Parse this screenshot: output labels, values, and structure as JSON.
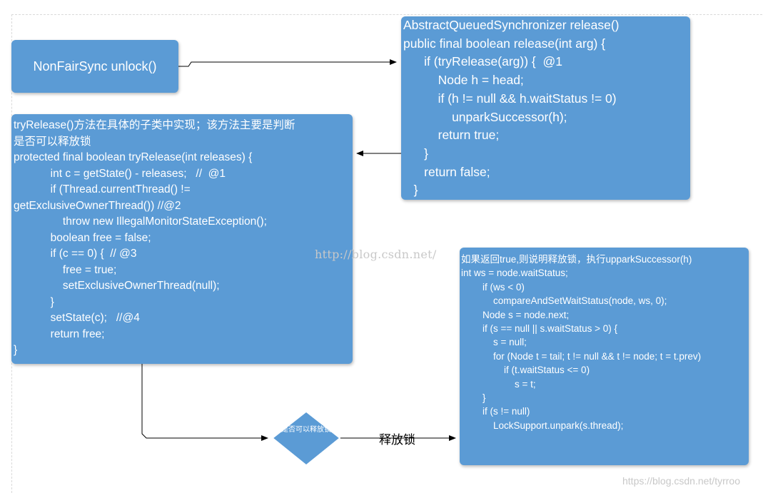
{
  "nodes": {
    "unlock": {
      "label": "NonFairSync unlock()"
    },
    "release": {
      "lines": [
        "AbstractQueuedSynchronizer release()",
        "public final boolean release(int arg) {",
        "      if (tryRelease(arg)) {  @1",
        "          Node h = head;",
        "          if (h != null && h.waitStatus != 0)",
        "              unparkSuccessor(h);",
        "          return true;",
        "      }",
        "      return false;",
        "   }"
      ]
    },
    "try_release": {
      "lines": [
        "tryRelease()方法在具体的子类中实现；该方法主要是判断",
        "是否可以释放锁",
        "protected final boolean tryRelease(int releases) {",
        "            int c = getState() - releases;   //  @1",
        "            if (Thread.currentThread() !=",
        "getExclusiveOwnerThread()) //@2",
        "                throw new IllegalMonitorStateException();",
        "            boolean free = false;",
        "            if (c == 0) {  // @3",
        "                free = true;",
        "                setExclusiveOwnerThread(null);",
        "            }",
        "            setState(c);   //@4",
        "            return free;",
        "}"
      ]
    },
    "unpark": {
      "lines": [
        "如果返回true,则说明释放锁，执行upparkSuccessor(h)",
        "int ws = node.waitStatus;",
        "        if (ws < 0)",
        "            compareAndSetWaitStatus(node, ws, 0);",
        "        Node s = node.next;",
        "        if (s == null || s.waitStatus > 0) {",
        "            s = null;",
        "            for (Node t = tail; t != null && t != node; t = t.prev)",
        "                if (t.waitStatus <= 0)",
        "                    s = t;",
        "        }",
        "        if (s != null)",
        "            LockSupport.unpark(s.thread);"
      ]
    },
    "decision": {
      "label": "是否可以释放锁"
    }
  },
  "edges": {
    "release_lock_label": "释放锁"
  },
  "colors": {
    "box_fill": "#5b9bd5",
    "box_text": "#ffffff",
    "decision_fill": "#5b9bd5",
    "connector": "#000000",
    "watermark": "#c8c8c8"
  },
  "watermarks": {
    "center": "http://blog.csdn.net/",
    "bottom_right": "https://blog.csdn.net/tyrroo"
  }
}
